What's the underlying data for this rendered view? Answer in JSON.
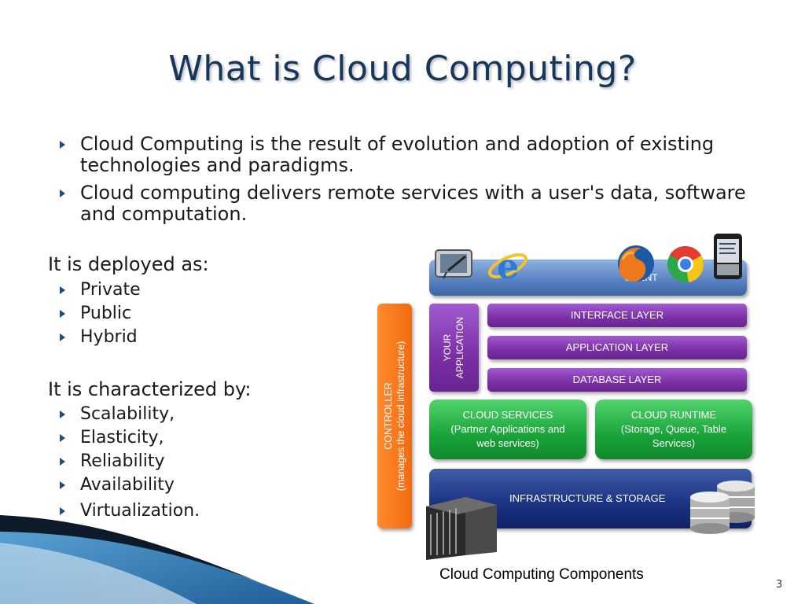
{
  "title": "What is Cloud Computing?",
  "bullets": [
    "Cloud Computing is the result of evolution and adoption of existing technologies and paradigms.",
    "Cloud computing delivers remote services with a user's data, software and computation."
  ],
  "deployment": {
    "heading": "It is deployed as:",
    "items": [
      "Private",
      "Public",
      "Hybrid"
    ]
  },
  "characteristics": {
    "heading": "It is characterized by:",
    "items": [
      "Scalability,",
      "Elasticity,",
      "Reliability",
      "Availability",
      "Virtualization."
    ]
  },
  "diagram": {
    "client": "CLIENT",
    "interface_layer": "INTERFACE LAYER",
    "application_layer": "APPLICATION LAYER",
    "database_layer": "DATABASE LAYER",
    "your_application": "YOUR APPLICATION",
    "controller_line1": "CONTROLLER",
    "controller_line2": "(manages the cloud infrastructure)",
    "cloud_services_line1": "CLOUD SERVICES",
    "cloud_services_line2": "(Partner Applications and",
    "cloud_services_line3": "web services)",
    "cloud_runtime_line1": "CLOUD RUNTIME",
    "cloud_runtime_line2": "(Storage, Queue, Table",
    "cloud_runtime_line3": "Services)",
    "infrastructure": "INFRASTRUCTURE & STORAGE",
    "client_icons": [
      "tablet-icon",
      "internet-explorer-icon",
      "firefox-icon",
      "chrome-icon",
      "smartphone-icon"
    ],
    "infrastructure_icons": [
      "server-rack-icon",
      "database-icon"
    ]
  },
  "caption": "Cloud Computing Components",
  "page_number": "3",
  "colors": {
    "title": "#17365d",
    "client": "#4f79bd",
    "layers": "#7a2fa6",
    "services": "#19a43a",
    "infrastructure": "#1d3585",
    "controller": "#f26b11"
  }
}
